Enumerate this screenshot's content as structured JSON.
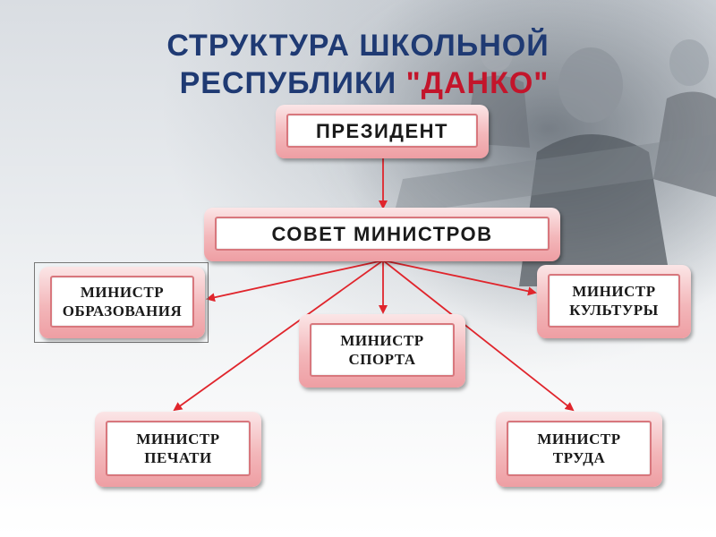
{
  "title": {
    "line1": "СТРУКТУРА ШКОЛЬНОЙ",
    "line2_prefix": "РЕСПУБЛИКИ ",
    "line2_highlight": "\"ДАНКО\""
  },
  "colors": {
    "title": "#1f3a73",
    "highlight": "#c3152b",
    "arrow": "#e0252c",
    "box_border": "#d8777d"
  },
  "nodes": {
    "president": "ПРЕЗИДЕНТ",
    "council": "СОВЕТ МИНИСТРОВ",
    "education": {
      "line1": "МИНИСТР",
      "line2": "ОБРАЗОВАНИЯ"
    },
    "culture": {
      "line1": "МИНИСТР",
      "line2": "КУЛЬТУРЫ"
    },
    "sport": {
      "line1": "МИНИСТР",
      "line2": "СПОРТА"
    },
    "press": {
      "line1": "МИНИСТР",
      "line2": "ПЕЧАТИ"
    },
    "labor": {
      "line1": "МИНИСТР",
      "line2": "ТРУДА"
    }
  },
  "edges": [
    {
      "from": "president",
      "to": "council"
    },
    {
      "from": "council",
      "to": "education"
    },
    {
      "from": "council",
      "to": "culture"
    },
    {
      "from": "council",
      "to": "sport"
    },
    {
      "from": "council",
      "to": "press"
    },
    {
      "from": "council",
      "to": "labor"
    }
  ]
}
